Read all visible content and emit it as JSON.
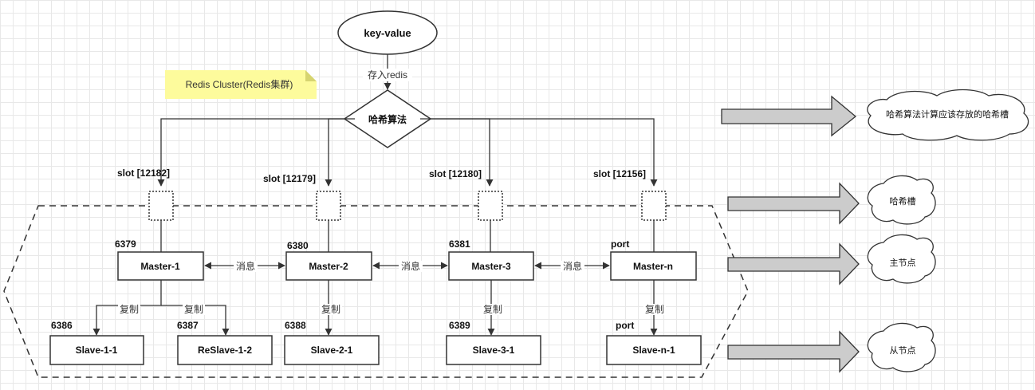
{
  "start_node": "key-value",
  "store_label": "存入redis",
  "note": "Redis Cluster(Redis集群)",
  "hash_node": "哈希算法",
  "message_label": "消息",
  "replicate_label": "复制",
  "columns": [
    {
      "slot": "slot [12182]",
      "port": "6379",
      "master": "Master-1"
    },
    {
      "slot": "slot [12179]",
      "port": "6380",
      "master": "Master-2"
    },
    {
      "slot": "slot [12180]",
      "port": "6381",
      "master": "Master-3"
    },
    {
      "slot": "slot [12156]",
      "port": "port",
      "master": "Master-n"
    }
  ],
  "slaves": [
    {
      "port": "6386",
      "name": "Slave-1-1"
    },
    {
      "port": "6387",
      "name": "ReSlave-1-2"
    },
    {
      "port": "6388",
      "name": "Slave-2-1"
    },
    {
      "port": "6389",
      "name": "Slave-3-1"
    },
    {
      "port": "port",
      "name": "Slave-n-1"
    }
  ],
  "legend": {
    "hash_desc": "哈希算法计算应该存放的哈希槽",
    "slot": "哈希槽",
    "master": "主节点",
    "slave": "从节点"
  }
}
